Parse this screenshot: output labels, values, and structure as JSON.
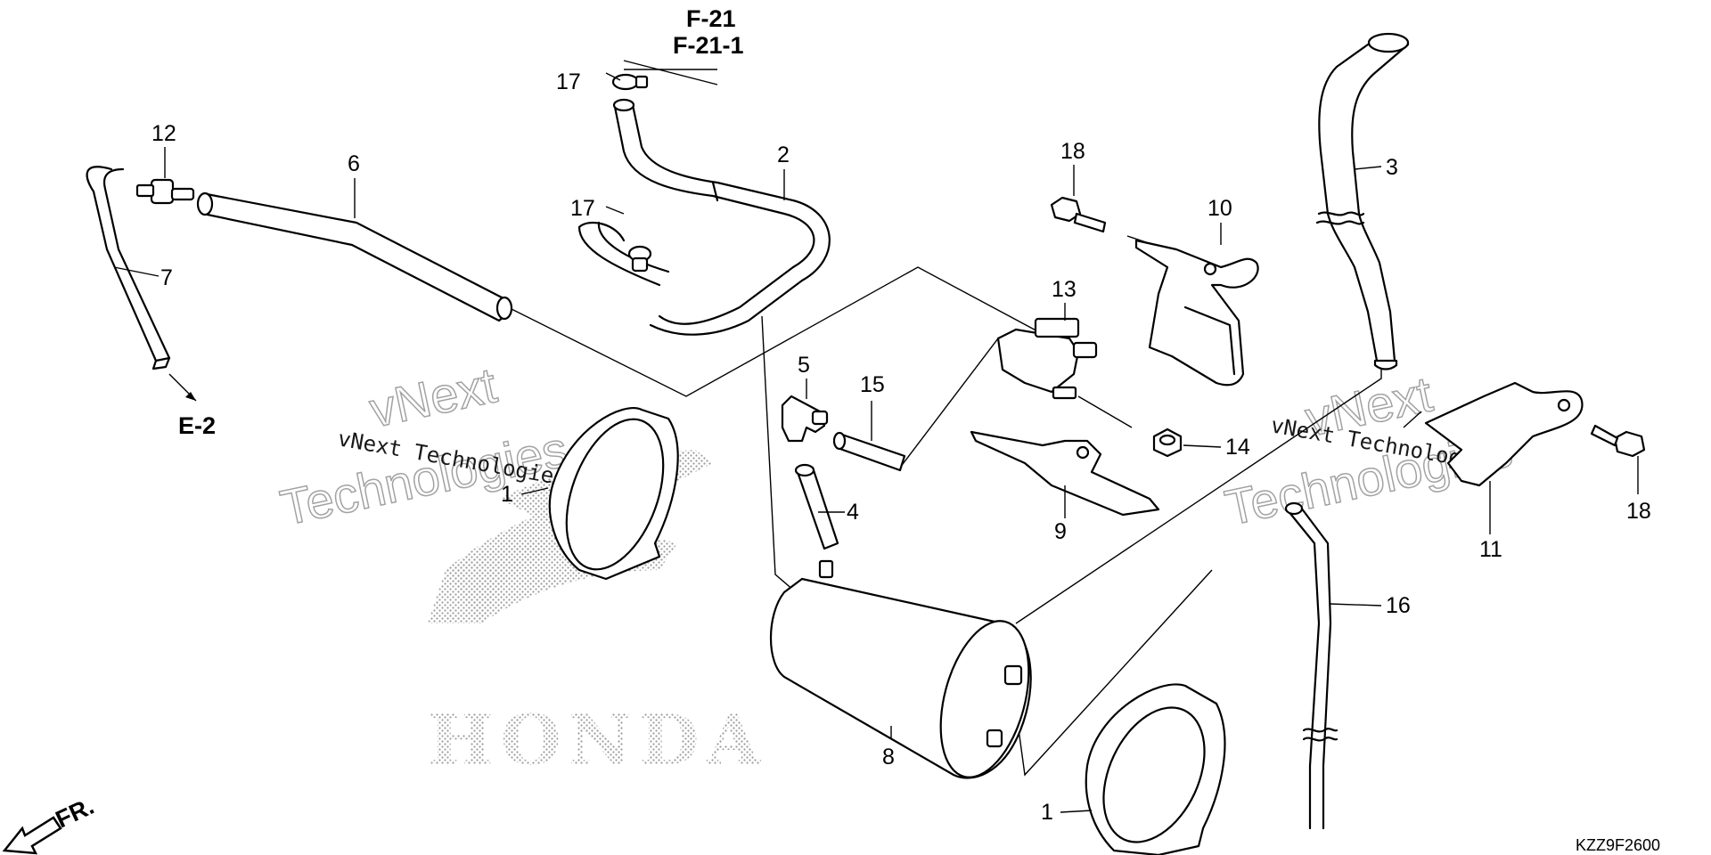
{
  "refs": {
    "f21": "F-21",
    "f211": "F-21-1",
    "e2": "E-2",
    "fr": "FR."
  },
  "part_numbers": {
    "p1a": "1",
    "p1b": "1",
    "p2": "2",
    "p3": "3",
    "p4": "4",
    "p5": "5",
    "p6": "6",
    "p7": "7",
    "p8": "8",
    "p9": "9",
    "p10": "10",
    "p11": "11",
    "p12": "12",
    "p13": "13",
    "p14": "14",
    "p15": "15",
    "p16": "16",
    "p17a": "17",
    "p17b": "17",
    "p18a": "18",
    "p18b": "18"
  },
  "watermarks": {
    "w1": "vNext",
    "w2": "Technologies",
    "w3": "vNext Technologies",
    "w4": "vNext",
    "w5": "Technologies",
    "w6": "vNext Technologies"
  },
  "logo_text": "HONDA",
  "diagram_code": "KZZ9F2600"
}
